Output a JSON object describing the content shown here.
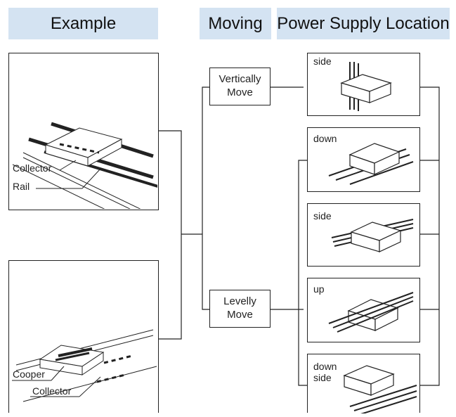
{
  "headers": {
    "example": "Example",
    "moving": "Moving",
    "location": "Power Supply Location"
  },
  "example1": {
    "label_top": "Collector",
    "label_bottom": "Rail"
  },
  "example2": {
    "label_top": "Cooper",
    "label_bottom": "Collector"
  },
  "moving": {
    "vertical": {
      "line1": "Vertically",
      "line2": "Move"
    },
    "level": {
      "line1": "Levelly",
      "line2": "Move"
    }
  },
  "locations": [
    {
      "line1": "side",
      "line2": ""
    },
    {
      "line1": "down",
      "line2": ""
    },
    {
      "line1": "side",
      "line2": ""
    },
    {
      "line1": "up",
      "line2": ""
    },
    {
      "line1": "down",
      "line2": "side"
    }
  ],
  "colors": {
    "header_bg": "#d4e3f2",
    "line": "#222222"
  }
}
